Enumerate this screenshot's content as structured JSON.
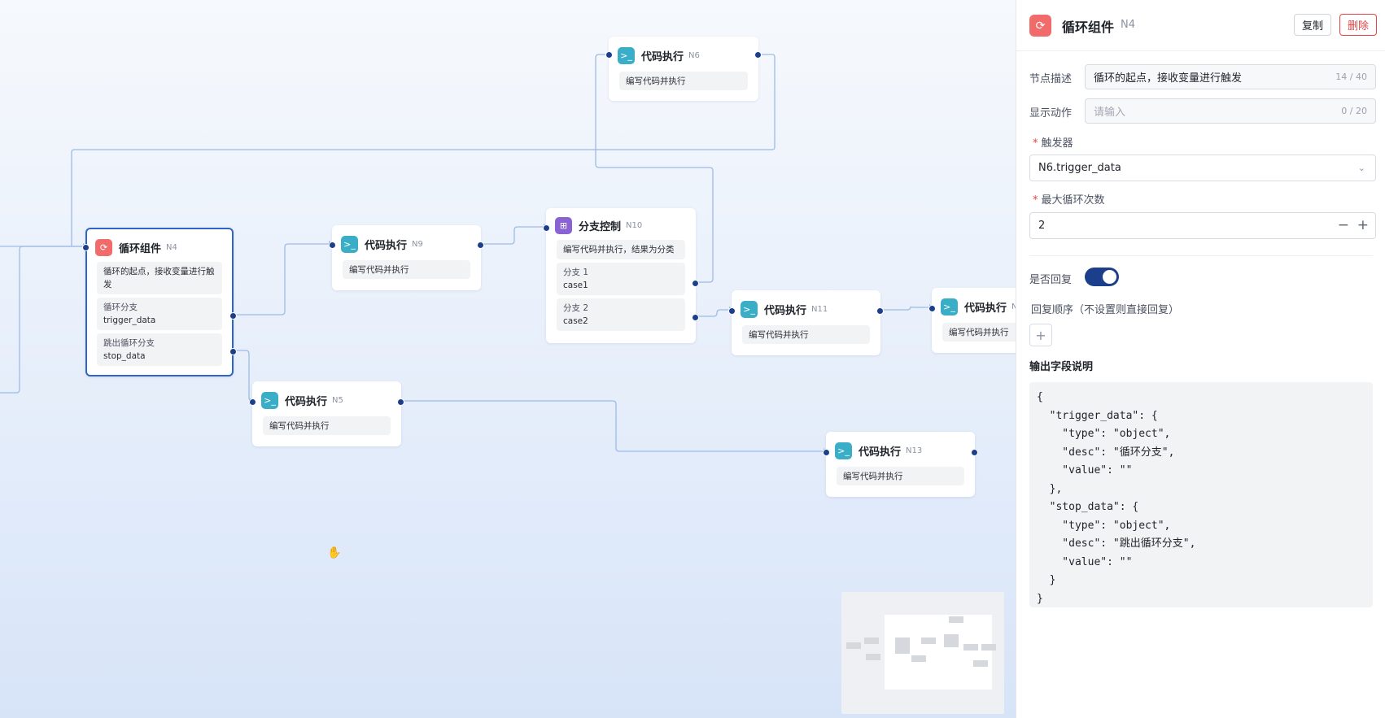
{
  "nodes": {
    "n6": {
      "title": "代码执行",
      "id": "N6",
      "desc": "编写代码并执行"
    },
    "n4": {
      "title": "循环组件",
      "id": "N4",
      "desc": "循环的起点，接收变量进行触发",
      "branch_loop_label": "循环分支",
      "branch_loop_value": "trigger_data",
      "branch_exit_label": "跳出循环分支",
      "branch_exit_value": "stop_data"
    },
    "n9": {
      "title": "代码执行",
      "id": "N9",
      "desc": "编写代码并执行"
    },
    "n10": {
      "title": "分支控制",
      "id": "N10",
      "desc": "编写代码并执行，结果为分类",
      "b1_label": "分支 1",
      "b1_value": "case1",
      "b2_label": "分支 2",
      "b2_value": "case2"
    },
    "n11": {
      "title": "代码执行",
      "id": "N11",
      "desc": "编写代码并执行"
    },
    "n12": {
      "title": "代码执行",
      "id": "N",
      "desc": "编写代码并执行"
    },
    "n5": {
      "title": "代码执行",
      "id": "N5",
      "desc": "编写代码并执行"
    },
    "n13": {
      "title": "代码执行",
      "id": "N13",
      "desc": "编写代码并执行"
    }
  },
  "panel": {
    "title": "循环组件",
    "id": "N4",
    "copy_label": "复制",
    "delete_label": "删除",
    "desc_label": "节点描述",
    "desc_value": "循环的起点，接收变量进行触发",
    "desc_count": "14 / 40",
    "action_label": "显示动作",
    "action_placeholder": "请输入",
    "action_count": "0 / 20",
    "trigger_label": "触发器",
    "trigger_value": "N6.trigger_data",
    "max_loop_label": "最大循环次数",
    "max_loop_value": "2",
    "reply_label": "是否回复",
    "reply_enabled": true,
    "reply_order_label": "回复顺序（不设置则直接回复）",
    "output_label": "输出字段说明",
    "output_code": "{\n  \"trigger_data\": {\n    \"type\": \"object\",\n    \"desc\": \"循环分支\",\n    \"value\": \"\"\n  },\n  \"stop_data\": {\n    \"type\": \"object\",\n    \"desc\": \"跳出循环分支\",\n    \"value\": \"\"\n  }\n}"
  },
  "colors": {
    "accent": "#1c3f8c",
    "danger": "#e54545",
    "loop_icon": "#f26b6b",
    "code_icon": "#3aaec6",
    "branch_icon": "#8a63d2",
    "edge": "#9dbbe6"
  }
}
